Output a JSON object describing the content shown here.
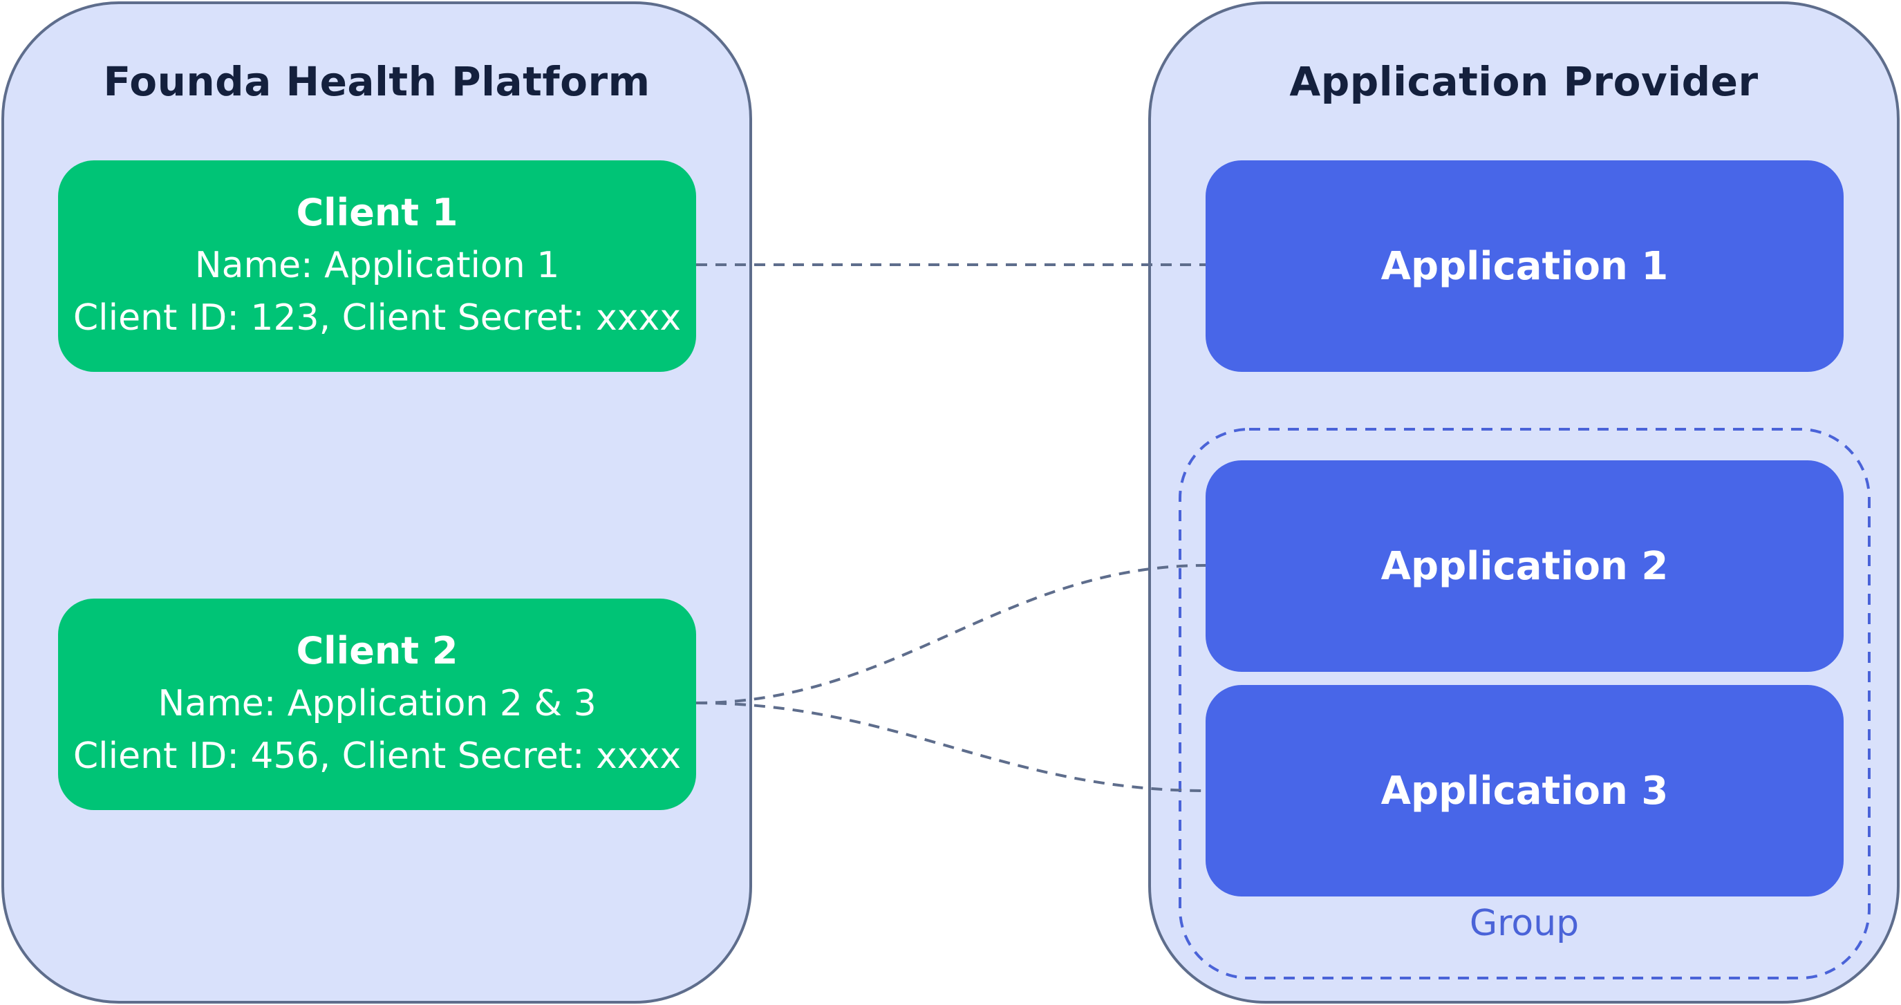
{
  "left_panel": {
    "title": "Founda Health Platform",
    "clients": [
      {
        "title": "Client 1",
        "name_line": "Name: Application 1",
        "credentials_line": "Client ID: 123, Client Secret: xxxx"
      },
      {
        "title": "Client 2",
        "name_line": "Name: Application 2 & 3",
        "credentials_line": "Client ID: 456, Client Secret: xxxx"
      }
    ]
  },
  "right_panel": {
    "title": "Application Provider",
    "applications": [
      {
        "label": "Application 1"
      },
      {
        "label": "Application 2"
      },
      {
        "label": "Application 3"
      }
    ],
    "group": {
      "label": "Group"
    }
  },
  "connections": [
    {
      "from": "Client 1",
      "to": "Application 1"
    },
    {
      "from": "Client 2",
      "to": "Application 2"
    },
    {
      "from": "Client 2",
      "to": "Application 3"
    }
  ],
  "colors": {
    "panel_fill": "#d9e1fb",
    "panel_border": "#5e6d8c",
    "client_fill": "#00c476",
    "application_fill": "#4866e8",
    "group_border": "#4a63d8",
    "connector": "#5e6d8c",
    "title_text": "#14203d"
  }
}
